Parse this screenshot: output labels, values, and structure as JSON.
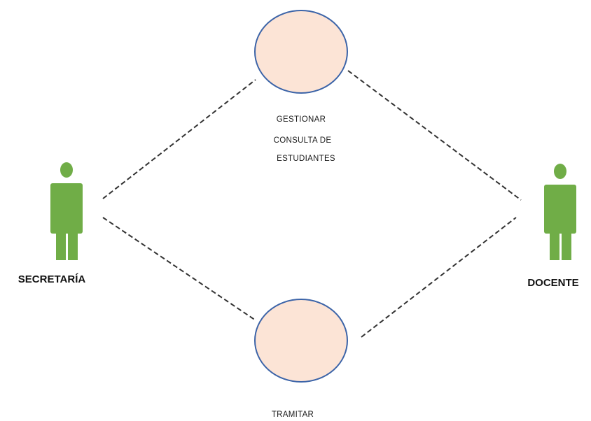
{
  "actors": {
    "left": {
      "name": "SECRETARÍA"
    },
    "right": {
      "name": "DOCENTE"
    }
  },
  "use_cases": {
    "top": {
      "lines": [
        "GESTIONAR",
        "CONSULTA DE",
        "ESTUDIANTES"
      ]
    },
    "bottom": {
      "lines": [
        "TRAMITAR"
      ]
    }
  },
  "colors": {
    "actor_fill": "#70ad47",
    "usecase_fill": "#fce4d6",
    "usecase_stroke": "#3c64a8",
    "connector": "#333333"
  }
}
